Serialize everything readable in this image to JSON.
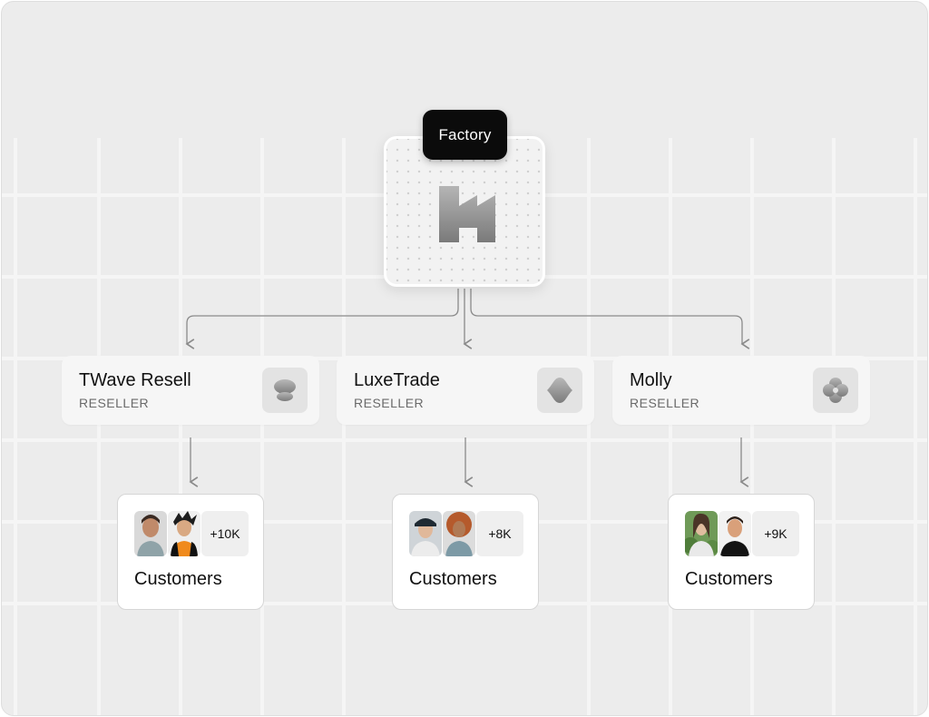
{
  "factory": {
    "label": "Factory",
    "icon": "factory-icon"
  },
  "resellers": [
    {
      "name": "TWave Resell",
      "role": "RESELLER",
      "logo": "twave-logo-icon",
      "customers": {
        "count": "+10K",
        "label": "Customers"
      }
    },
    {
      "name": "LuxeTrade",
      "role": "RESELLER",
      "logo": "luxetrade-logo-icon",
      "customers": {
        "count": "+8K",
        "label": "Customers"
      }
    },
    {
      "name": "Molly",
      "role": "RESELLER",
      "logo": "molly-logo-icon",
      "customers": {
        "count": "+9K",
        "label": "Customers"
      }
    }
  ],
  "colors": {
    "background": "#ececec",
    "badge": "#0b0b0b",
    "card": "#f6f6f6",
    "connector": "#8a8a8a"
  }
}
